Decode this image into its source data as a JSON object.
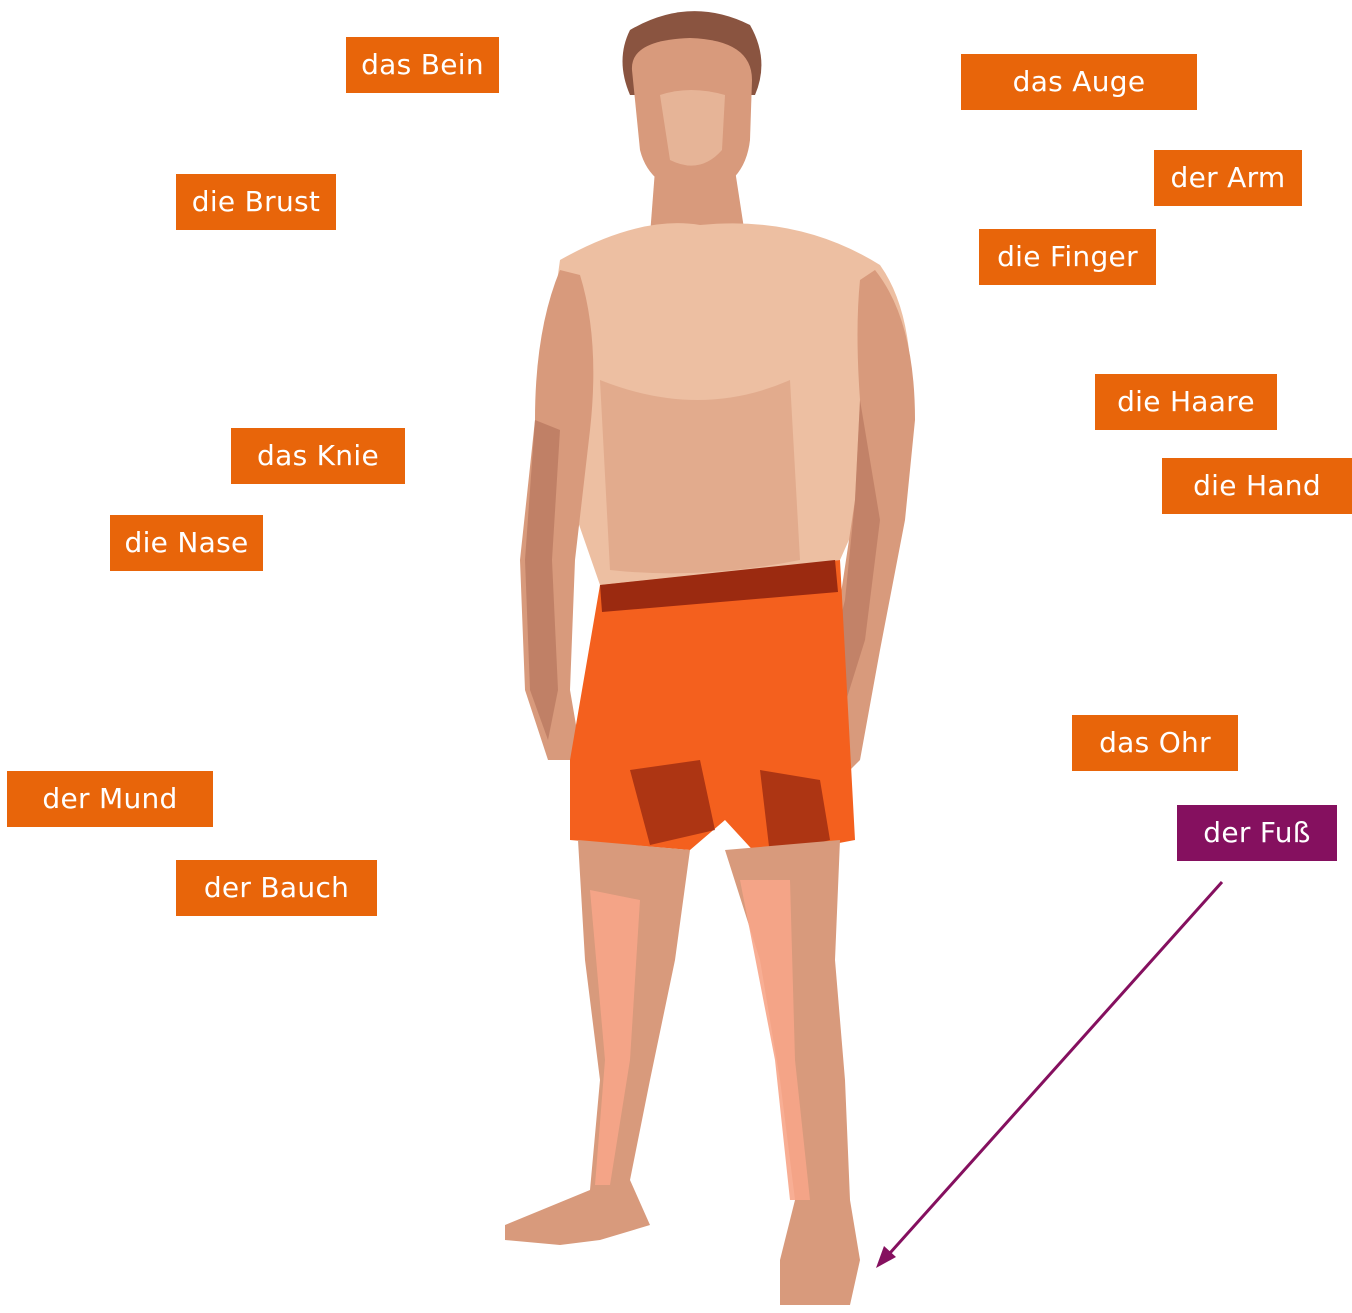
{
  "colors": {
    "label_bg": "#E8650A",
    "selected_bg": "#85105F",
    "label_text": "#FFFFFF",
    "arrow": "#85105F",
    "skin_light": "#EDBFA2",
    "skin_mid": "#D89A7C",
    "skin_dark": "#B07058",
    "hair": "#8A5440",
    "shorts": "#F4601E",
    "shorts_dark": "#9B2A10",
    "leg_highlight": "#F7A588"
  },
  "labels": [
    {
      "id": "das-bein",
      "text": "das Bein"
    },
    {
      "id": "das-auge",
      "text": "das Auge"
    },
    {
      "id": "die-brust",
      "text": "die Brust"
    },
    {
      "id": "der-arm",
      "text": "der Arm"
    },
    {
      "id": "die-finger",
      "text": "die Finger"
    },
    {
      "id": "die-haare",
      "text": "die Haare"
    },
    {
      "id": "das-knie",
      "text": "das Knie"
    },
    {
      "id": "die-hand",
      "text": "die Hand"
    },
    {
      "id": "die-nase",
      "text": "die Nase"
    },
    {
      "id": "das-ohr",
      "text": "das Ohr"
    },
    {
      "id": "der-mund",
      "text": "der Mund"
    },
    {
      "id": "der-fuss",
      "text": "der Fuß",
      "selected": true
    },
    {
      "id": "der-bauch",
      "text": "der Bauch"
    }
  ],
  "figure": {
    "icon": "standing-man-figure"
  },
  "pointer": {
    "icon": "arrow-icon",
    "from_label": "der-fuss"
  }
}
